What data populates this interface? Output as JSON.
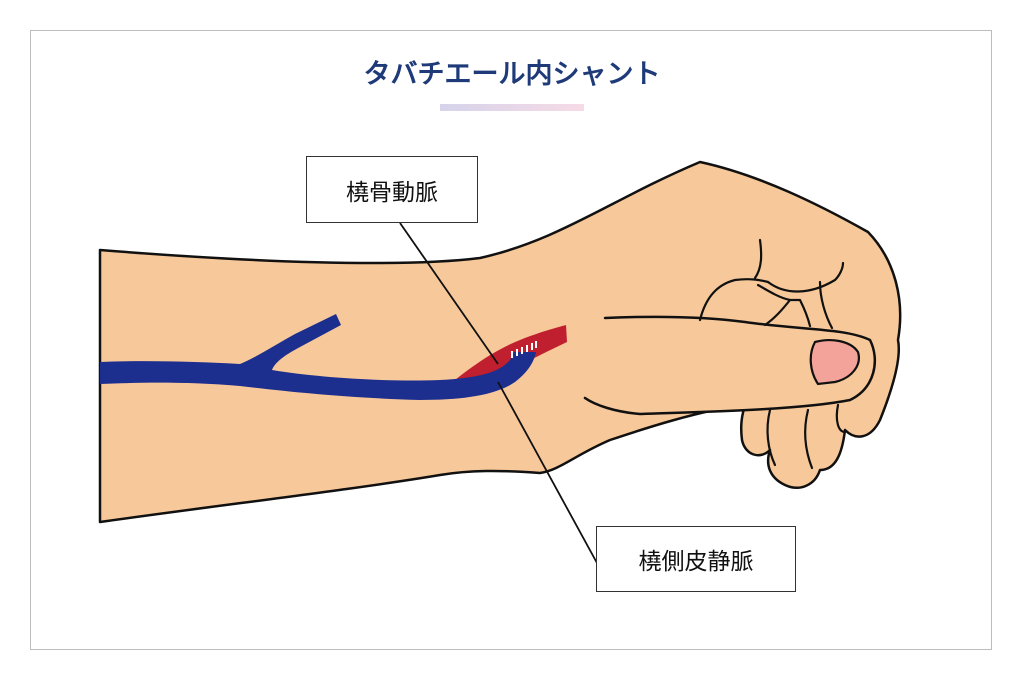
{
  "title": "タバチエール内シャント",
  "labels": {
    "radial_artery": "橈骨動脈",
    "cephalic_vein": "橈側皮静脈"
  },
  "colors": {
    "title": "#1e3a78",
    "skin": "#f7c899",
    "outline": "#111111",
    "vein": "#1c2e8e",
    "artery": "#bf1f2e",
    "nail": "#f4a39a",
    "frame": "#bdbdbd"
  }
}
